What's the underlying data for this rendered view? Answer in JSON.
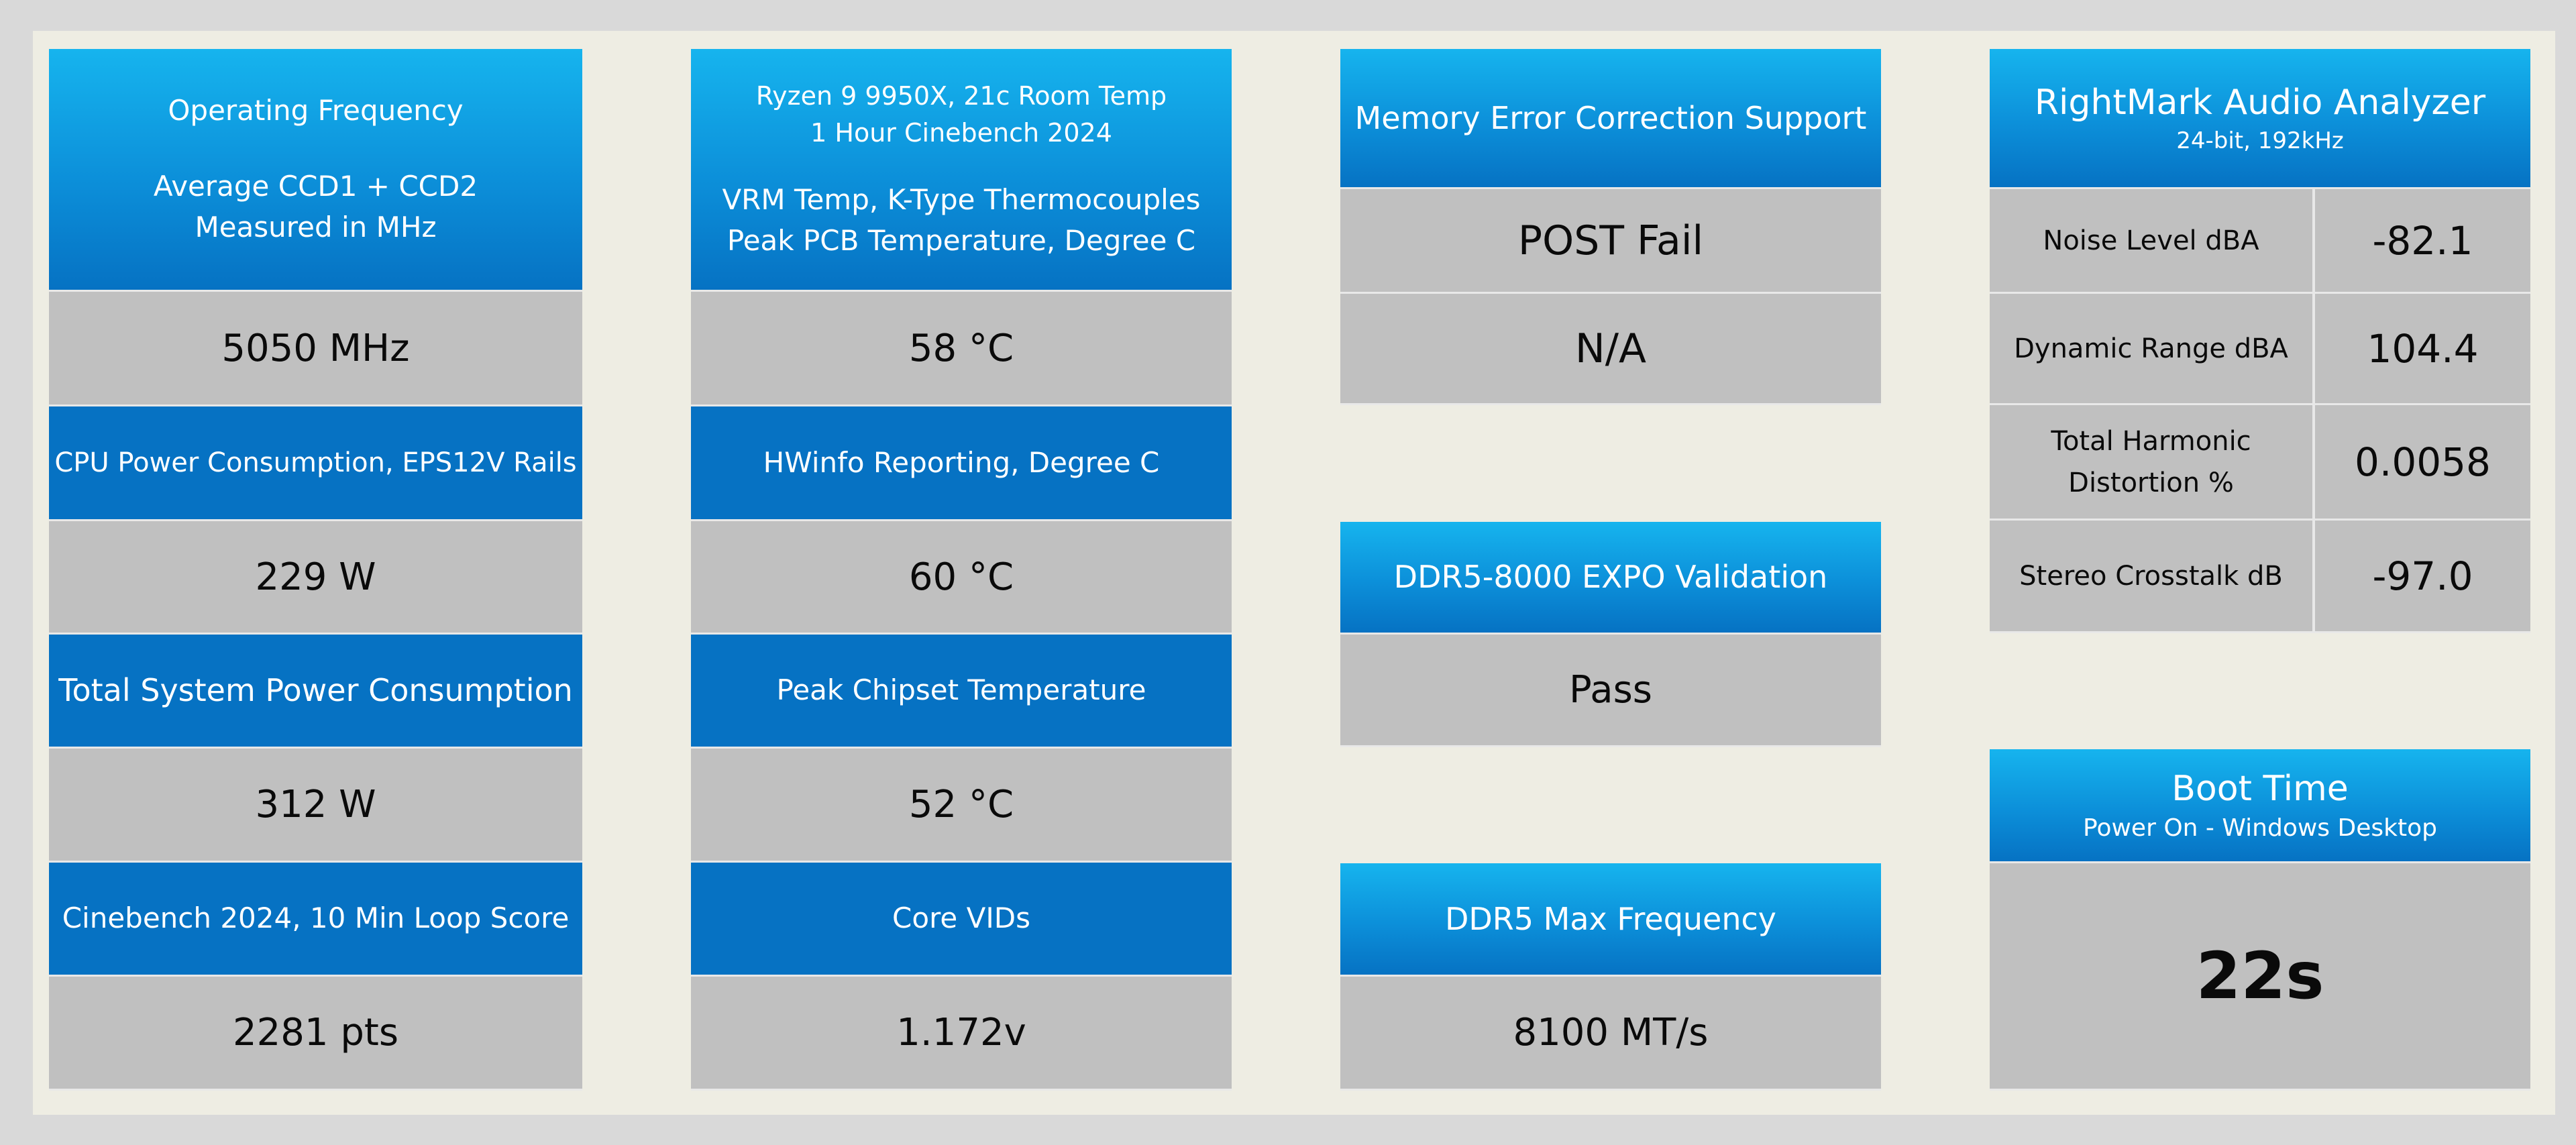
{
  "columns": {
    "col1": {
      "operating_frequency": {
        "title": "Operating Frequency",
        "line1": "Average CCD1 + CCD2",
        "line2": "Measured in MHz",
        "value": "5050 MHz"
      },
      "cpu_power": {
        "title": "CPU Power Consumption, EPS12V Rails",
        "value": "229 W"
      },
      "system_power": {
        "title": "Total System Power Consumption",
        "value": "312 W"
      },
      "cinebench": {
        "title": "Cinebench 2024, 10 Min Loop Score",
        "value": "2281 pts"
      }
    },
    "col2": {
      "vrm": {
        "line1": "Ryzen 9 9950X, 21c Room Temp",
        "line2": "1 Hour Cinebench 2024",
        "line3": "VRM Temp, K-Type Thermocouples",
        "line4": "Peak PCB Temperature, Degree C",
        "value": "58 °C"
      },
      "hwinfo": {
        "title": "HWinfo Reporting, Degree C",
        "value": "60 °C"
      },
      "chipset": {
        "title": "Peak Chipset Temperature",
        "value": "52 °C"
      },
      "vids": {
        "title": "Core VIDs",
        "value": "1.172v"
      }
    },
    "col3": {
      "ecc": {
        "title": "Memory Error Correction Support",
        "value1": "POST Fail",
        "value2": "N/A"
      },
      "expo": {
        "title": "DDR5-8000 EXPO Validation",
        "value": "Pass"
      },
      "max_freq": {
        "title": "DDR5 Max Frequency",
        "value": "8100 MT/s"
      }
    },
    "col4": {
      "rmaa": {
        "title": "RightMark Audio Analyzer",
        "subtitle": "24-bit, 192kHz",
        "rows": [
          {
            "label": "Noise Level dBA",
            "value": "-82.1"
          },
          {
            "label": "Dynamic Range dBA",
            "value": "104.4"
          },
          {
            "label_line1": "Total Harmonic",
            "label_line2": "Distortion %",
            "value": "0.0058"
          },
          {
            "label": "Stereo Crosstalk dB",
            "value": "-97.0"
          }
        ]
      },
      "boot": {
        "title": "Boot Time",
        "subtitle": "Power On - Windows Desktop",
        "value": "22s"
      }
    }
  },
  "colors": {
    "header_light": "#16b4ee",
    "header_dark": "#0672c3",
    "value_bg": "#c0c0c0",
    "panel_bg": "#eeede3",
    "page_bg": "#d9d9d9"
  }
}
